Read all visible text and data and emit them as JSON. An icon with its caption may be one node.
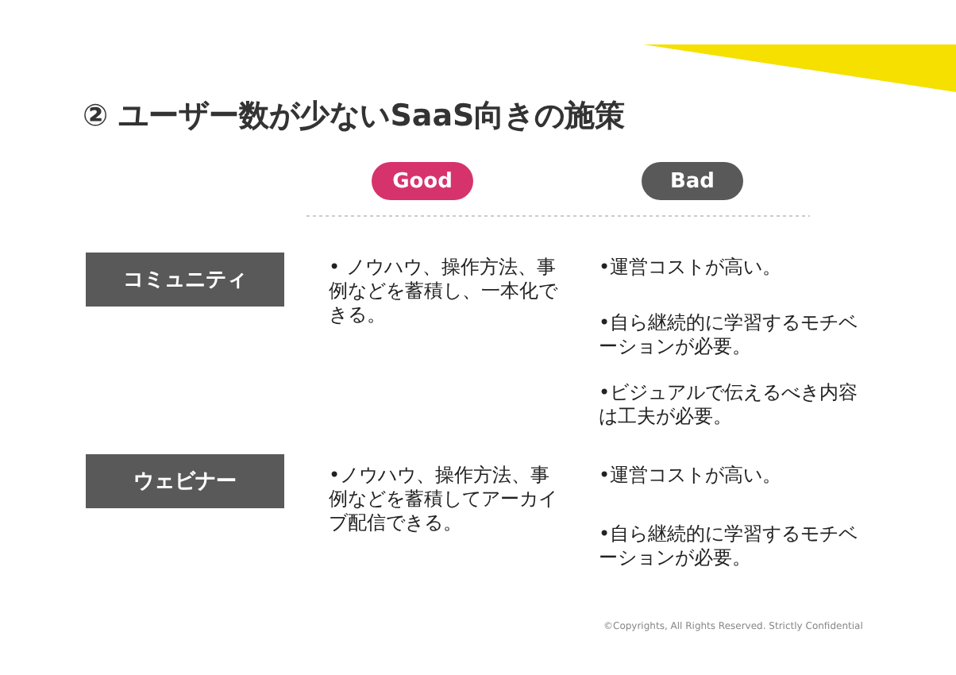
{
  "diagram": {
    "title": "② ユーザー数が少ないSaaS向きの施策",
    "nodes": [
      {
        "text": [
          "Good"
        ]
      },
      {
        "text": [
          "Bad"
        ]
      },
      {
        "text": [
          "コミュニティ"
        ]
      },
      {
        "text": [
          "ウェビナー"
        ]
      }
    ],
    "labels": [
      "• ノウハウ、操作方法、事例などを蓄積し、一本化できる。",
      "•運営コストが高い。",
      "•自ら継続的に学習するモチベーションが必要。",
      "•ビジュアルで伝えるべき内容は工夫が必要。",
      "•ノウハウ、操作方法、事例などを蓄積してアーカイブ配信できる。",
      "•運営コストが高い。",
      "•自ら継続的に学習するモチベーションが必要。",
      "©Copyrights, All Rights Reserved. Strictly Confidential"
    ]
  }
}
